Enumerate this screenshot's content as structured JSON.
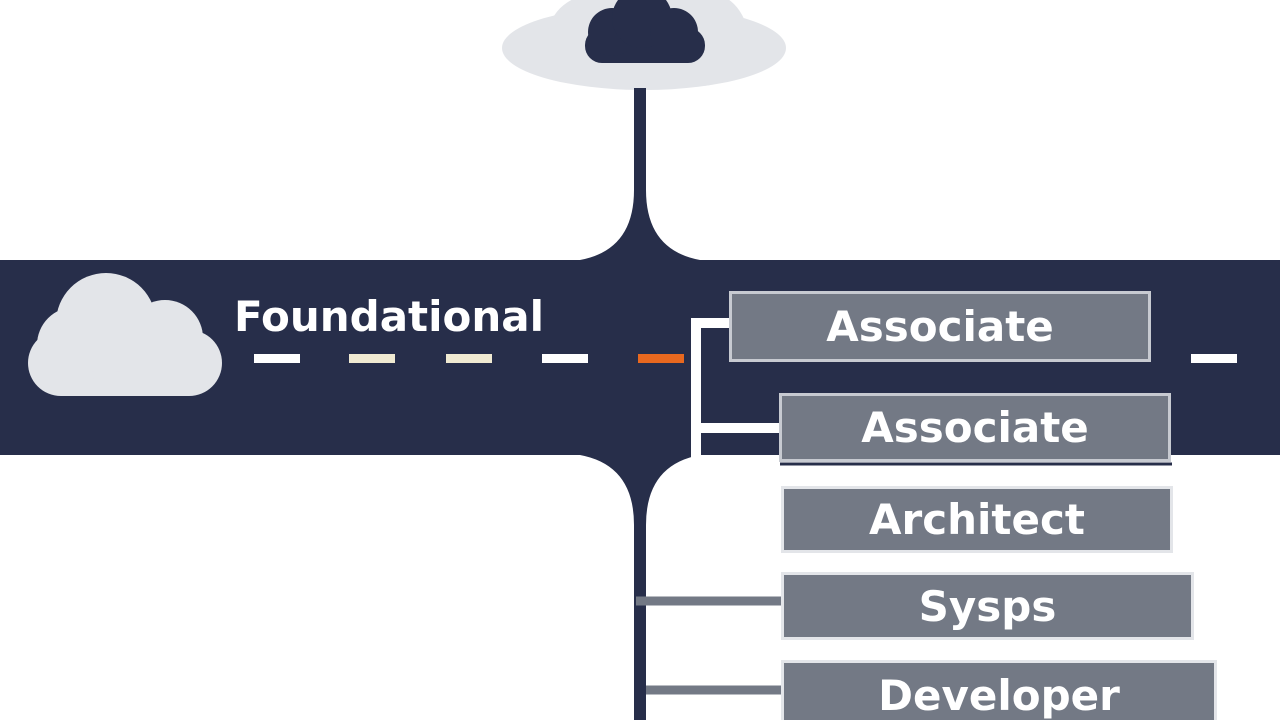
{
  "band": {
    "label": "Foundational"
  },
  "tiers": [
    {
      "label": "Associate"
    },
    {
      "label": "Associate"
    },
    {
      "label": "Architect"
    },
    {
      "label": "Sysps"
    },
    {
      "label": "Developer"
    }
  ],
  "colors": {
    "navy": "#272e4a",
    "cloud_light": "#e3e5e9",
    "box_fill": "#737985",
    "accent_orange": "#e8681f",
    "dash_cream": "#f0ead2"
  },
  "icons": [
    "cloud-icon",
    "cloud-icon"
  ]
}
